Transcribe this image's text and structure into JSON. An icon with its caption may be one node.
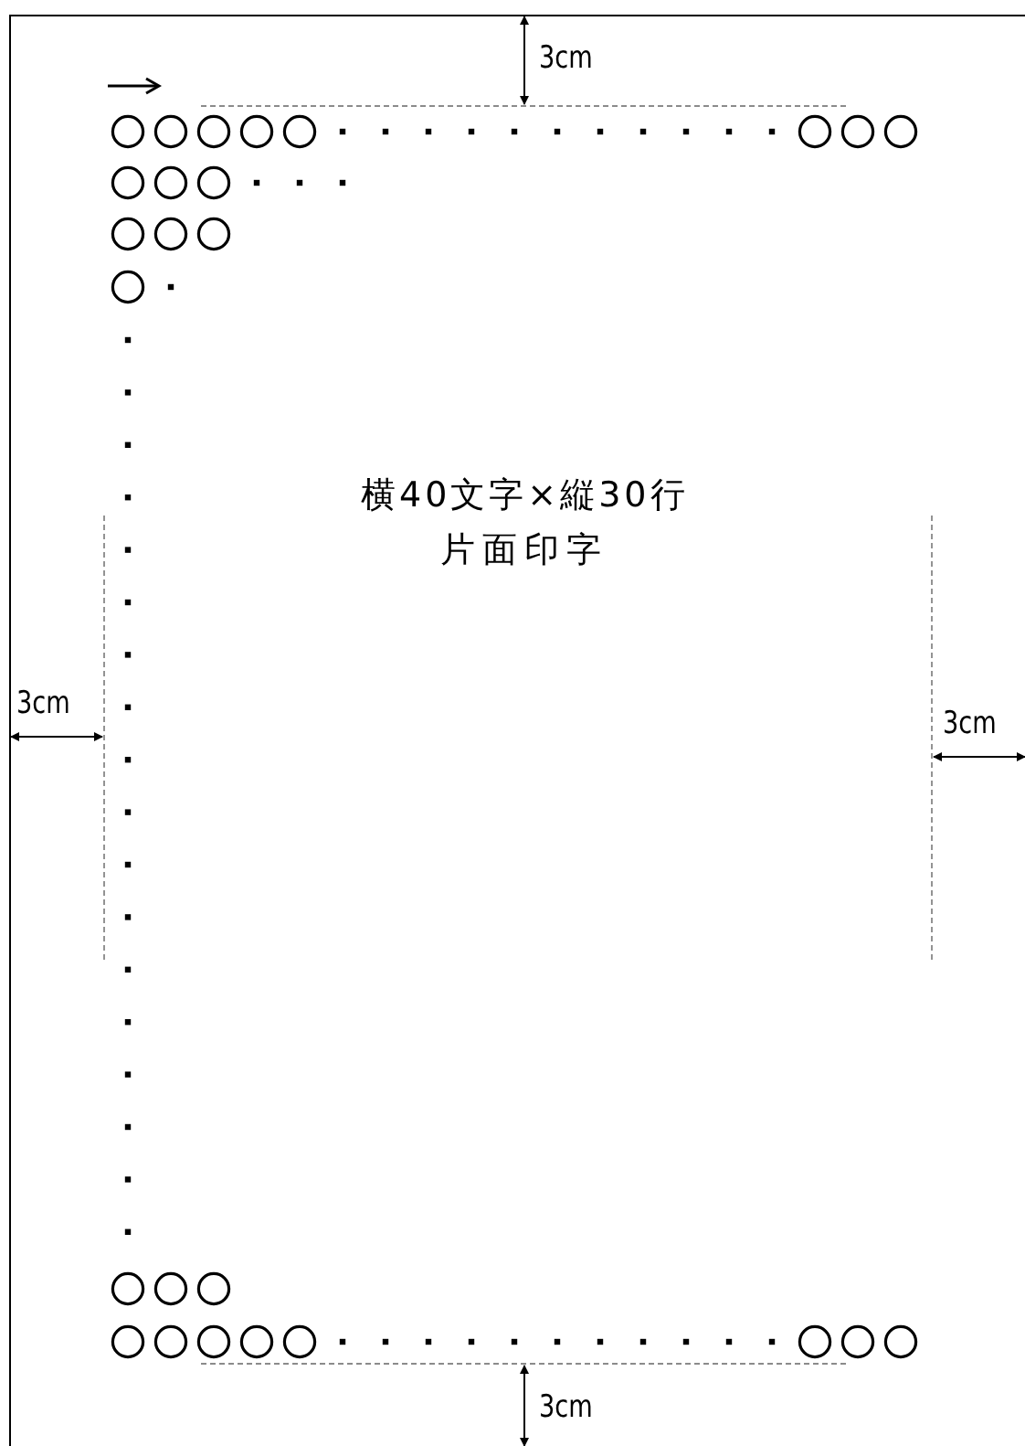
{
  "diagram": {
    "labels": [
      "3cm",
      "横40文字×縦30行",
      "片面印字",
      "3cm",
      "3cm",
      "3cm"
    ]
  }
}
